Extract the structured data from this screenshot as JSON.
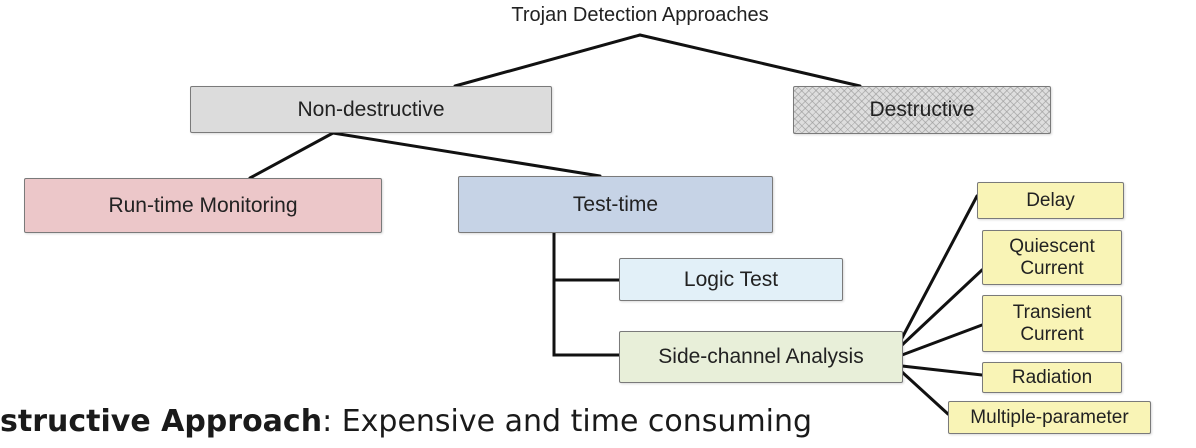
{
  "diagram": {
    "root": "Trojan Detection Approaches",
    "nodes": {
      "non_destructive": "Non-destructive",
      "destructive": "Destructive",
      "run_time": "Run-time Monitoring",
      "test_time": "Test-time",
      "logic_test": "Logic Test",
      "side_channel": "Side-channel Analysis",
      "delay": "Delay",
      "quiescent_1": "Quiescent",
      "quiescent_2": "Current",
      "transient_1": "Transient",
      "transient_2": "Current",
      "radiation": "Radiation",
      "multiple": "Multiple-parameter"
    }
  },
  "caption": {
    "bold": "structive Approach",
    "text": ": Expensive and time consuming"
  }
}
